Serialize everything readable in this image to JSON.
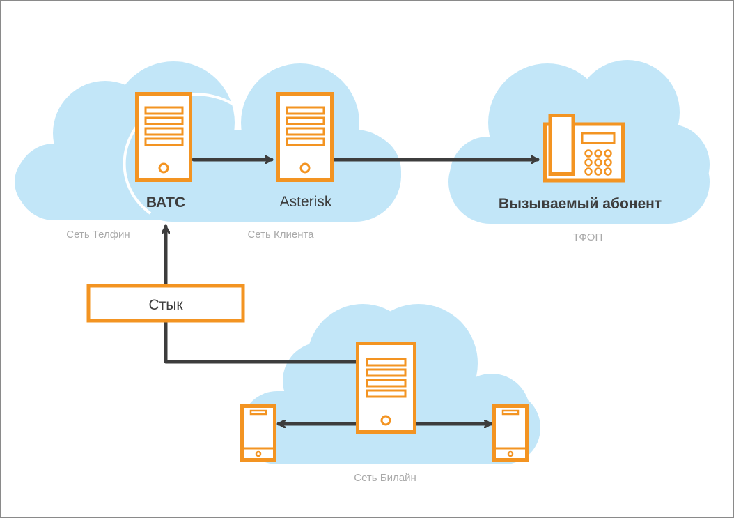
{
  "colors": {
    "cloud": "#c2e6f8",
    "device": "#f39422",
    "connector": "#3d3d3d",
    "label": "#3d3d3d",
    "network_label": "#a9a9a9"
  },
  "nodes": {
    "vats": {
      "label": "ВАТС",
      "icon": "server-icon"
    },
    "asterisk": {
      "label": "Asterisk",
      "icon": "server-icon"
    },
    "called": {
      "label": "Вызываемый абонент",
      "icon": "desk-phone-icon"
    },
    "junction": {
      "label": "Стык"
    },
    "beeline_server": {
      "icon": "server-icon"
    },
    "mobile_left": {
      "icon": "mobile-phone-icon"
    },
    "mobile_right": {
      "icon": "mobile-phone-icon"
    }
  },
  "networks": {
    "telfin": "Сеть Телфин",
    "client": "Сеть Клиента",
    "pstn": "ТФОП",
    "beeline": "Сеть Билайн"
  }
}
